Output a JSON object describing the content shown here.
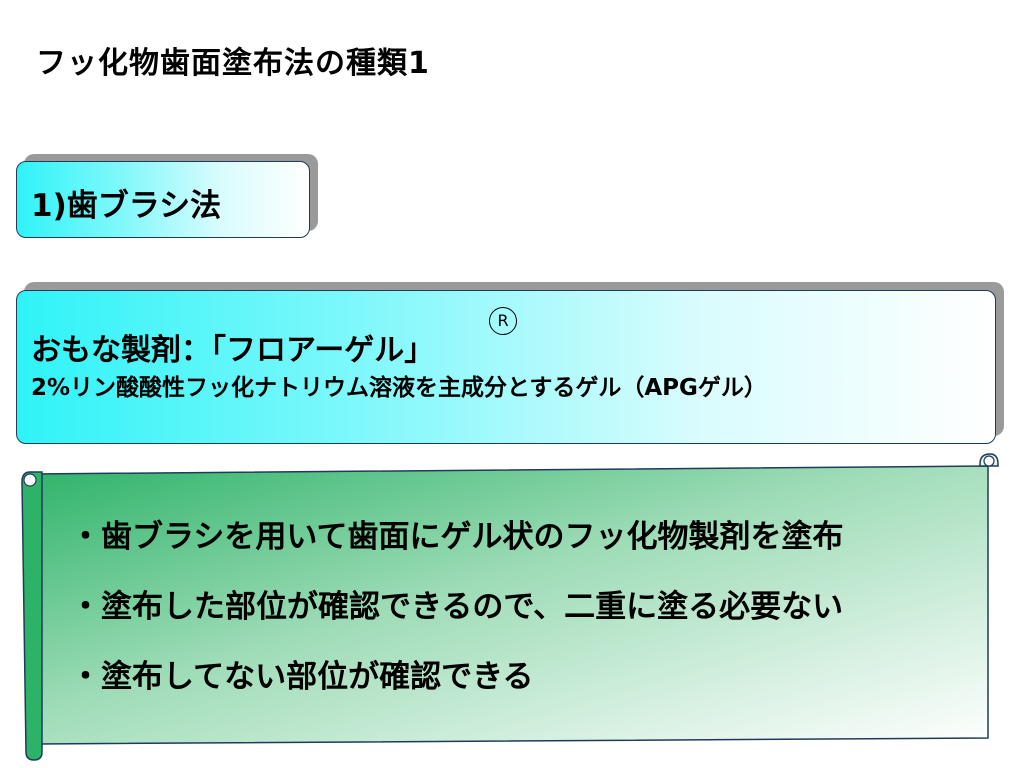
{
  "slide": {
    "title": "フッ化物歯面塗布法の種類1"
  },
  "method_box": {
    "label": "1)歯ブラシ法"
  },
  "product_box": {
    "line1": "おもな製剤：「フロアーゲル」",
    "registered_mark": "R",
    "description": "2%リン酸酸性フッ化ナトリウム溶液を主成分とするゲル（APGゲル）"
  },
  "bullet_panel": {
    "items": [
      "・歯ブラシを用いて歯面にゲル状のフッ化物製剤を塗布",
      "・塗布した部位が確認できるので、二重に塗る必要ない",
      "・塗布してない部位が確認できる"
    ]
  },
  "colors": {
    "cyan_gradient_start": "#2ff3f7",
    "scroll_gradient_start": "#2db368",
    "border": "#1f3b5a"
  }
}
